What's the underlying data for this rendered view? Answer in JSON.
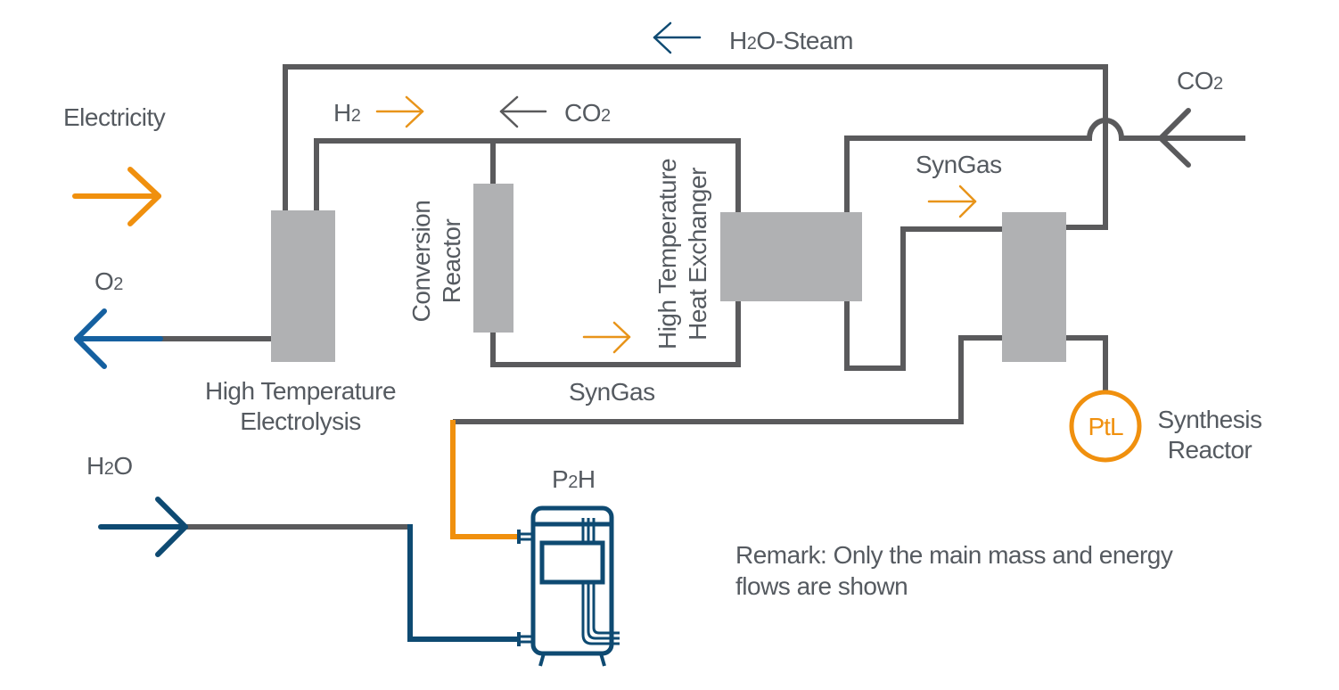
{
  "diagram": {
    "labels": {
      "h2o_steam": {
        "main": "H",
        "sub": "2",
        "rest": "O-Steam"
      },
      "electricity": "Electricity",
      "h2": {
        "main": "H",
        "sub": "2"
      },
      "co2_top": {
        "main": "CO",
        "sub": "2"
      },
      "co2_right": {
        "main": "CO",
        "sub": "2"
      },
      "o2": {
        "main": "O",
        "sub": "2"
      },
      "h2o": {
        "main": "H",
        "sub": "2",
        "rest": "O"
      },
      "p2h": {
        "main": "P",
        "sub": "2",
        "rest": "H"
      },
      "syngas_lower": "SynGas",
      "syngas_upper": "SynGas",
      "electrolysis_line1": "High Temperature",
      "electrolysis_line2": "Electrolysis",
      "conversion_line1": "Conversion",
      "conversion_line2": "Reactor",
      "hx_line1": "High Temperature",
      "hx_line2": "Heat Exchanger",
      "synthesis_line1": "Synthesis",
      "synthesis_line2": "Reactor",
      "ptl": "PtL",
      "remark_line1": "Remark: Only the main mass and energy",
      "remark_line2": "flows are shown"
    },
    "components": [
      {
        "id": "high-temperature-electrolysis",
        "name": "High Temperature Electrolysis"
      },
      {
        "id": "conversion-reactor",
        "name": "Conversion Reactor"
      },
      {
        "id": "high-temperature-heat-exchanger",
        "name": "High Temperature Heat Exchanger"
      },
      {
        "id": "synthesis-reactor",
        "name": "Synthesis Reactor"
      },
      {
        "id": "p2h-unit",
        "name": "P2H"
      }
    ],
    "flows": [
      {
        "name": "Electricity",
        "direction": "in",
        "color": "#f0900e"
      },
      {
        "name": "O2",
        "direction": "out",
        "color": "#1560a0"
      },
      {
        "name": "H2O",
        "direction": "in",
        "color": "#0e4a72"
      },
      {
        "name": "H2O-Steam",
        "direction": "left",
        "color": "#0e4a72"
      },
      {
        "name": "H2",
        "direction": "right",
        "color": "#e8941a"
      },
      {
        "name": "CO2",
        "direction": "left",
        "color": "#5a5a5c"
      },
      {
        "name": "SynGas",
        "direction": "right",
        "color": "#e8941a"
      }
    ],
    "colors": {
      "pipe": "#5a5a5c",
      "component": "#b0b1b3",
      "accent_orange": "#f0900e",
      "navy": "#0e4a72",
      "blue": "#1560a0",
      "text": "#555a60"
    }
  }
}
